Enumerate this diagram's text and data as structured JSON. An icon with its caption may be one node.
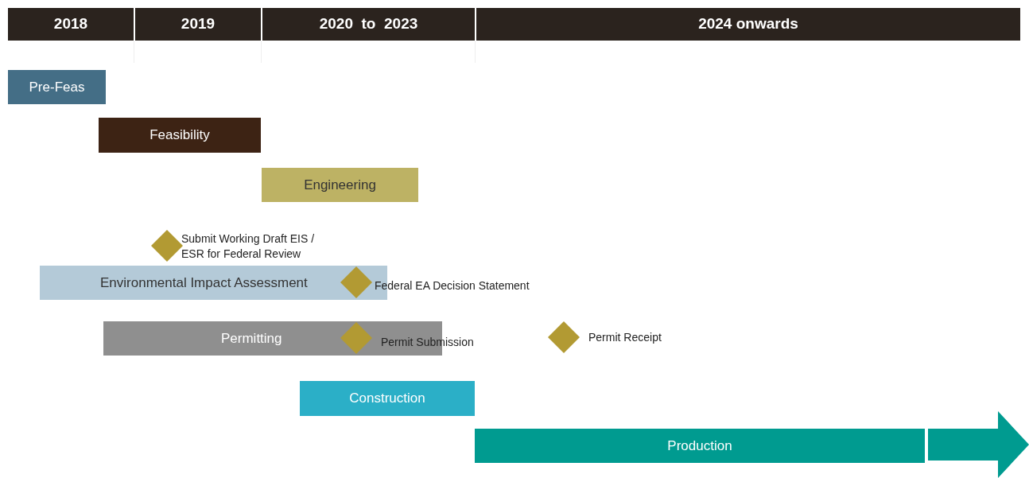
{
  "diagram": {
    "nodes": [
      {
        "text": [
          "2018"
        ]
      },
      {
        "text": [
          "2019"
        ]
      },
      {
        "text": [
          "2020  to  2023"
        ]
      },
      {
        "text": [
          "2024 onwards"
        ]
      },
      {
        "text": [
          "Pre-Feas"
        ]
      },
      {
        "text": [
          "Feasibility"
        ]
      },
      {
        "text": [
          "Engineering"
        ]
      },
      {
        "text": [],
        "shape": "diamond",
        "beside": [
          "Submit Working Draft EIS / ESR for Federal Review"
        ]
      },
      {
        "text": [
          "Environmental Impact Assessment"
        ]
      },
      {
        "text": [],
        "shape": "diamond",
        "beside": [
          "Federal EA Decision Statement"
        ],
        "in": 8
      },
      {
        "text": [
          "Permitting"
        ]
      },
      {
        "text": [],
        "shape": "diamond",
        "in": 10
      },
      {
        "text": [],
        "shape": "diamond",
        "beside": [
          "Permit Receipt"
        ]
      },
      {
        "text": [
          "Construction"
        ]
      },
      {
        "text": [
          "Production"
        ]
      }
    ],
    "labels": [
      "Permit Submission"
    ]
  }
}
